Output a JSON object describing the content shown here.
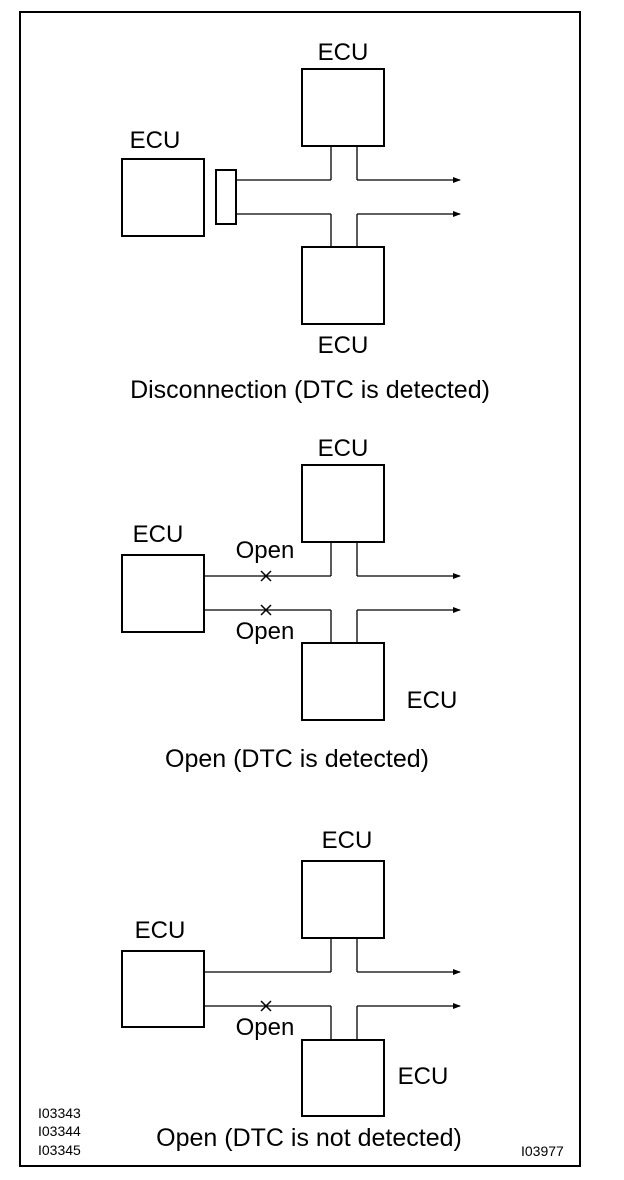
{
  "diagrams": [
    {
      "caption": "Disconnection (DTC is detected)",
      "left_ecu": "ECU",
      "top_ecu": "ECU",
      "bottom_ecu": "ECU"
    },
    {
      "caption": "Open (DTC is detected)",
      "left_ecu": "ECU",
      "top_ecu": "ECU",
      "bottom_ecu": "ECU",
      "open_upper": "Open",
      "open_lower": "Open"
    },
    {
      "caption": "Open (DTC is not detected)",
      "left_ecu": "ECU",
      "top_ecu": "ECU",
      "bottom_ecu": "ECU",
      "open_lower": "Open"
    }
  ],
  "ref_codes": [
    "I03343",
    "I03344",
    "I03345"
  ],
  "figure_id": "I03977"
}
